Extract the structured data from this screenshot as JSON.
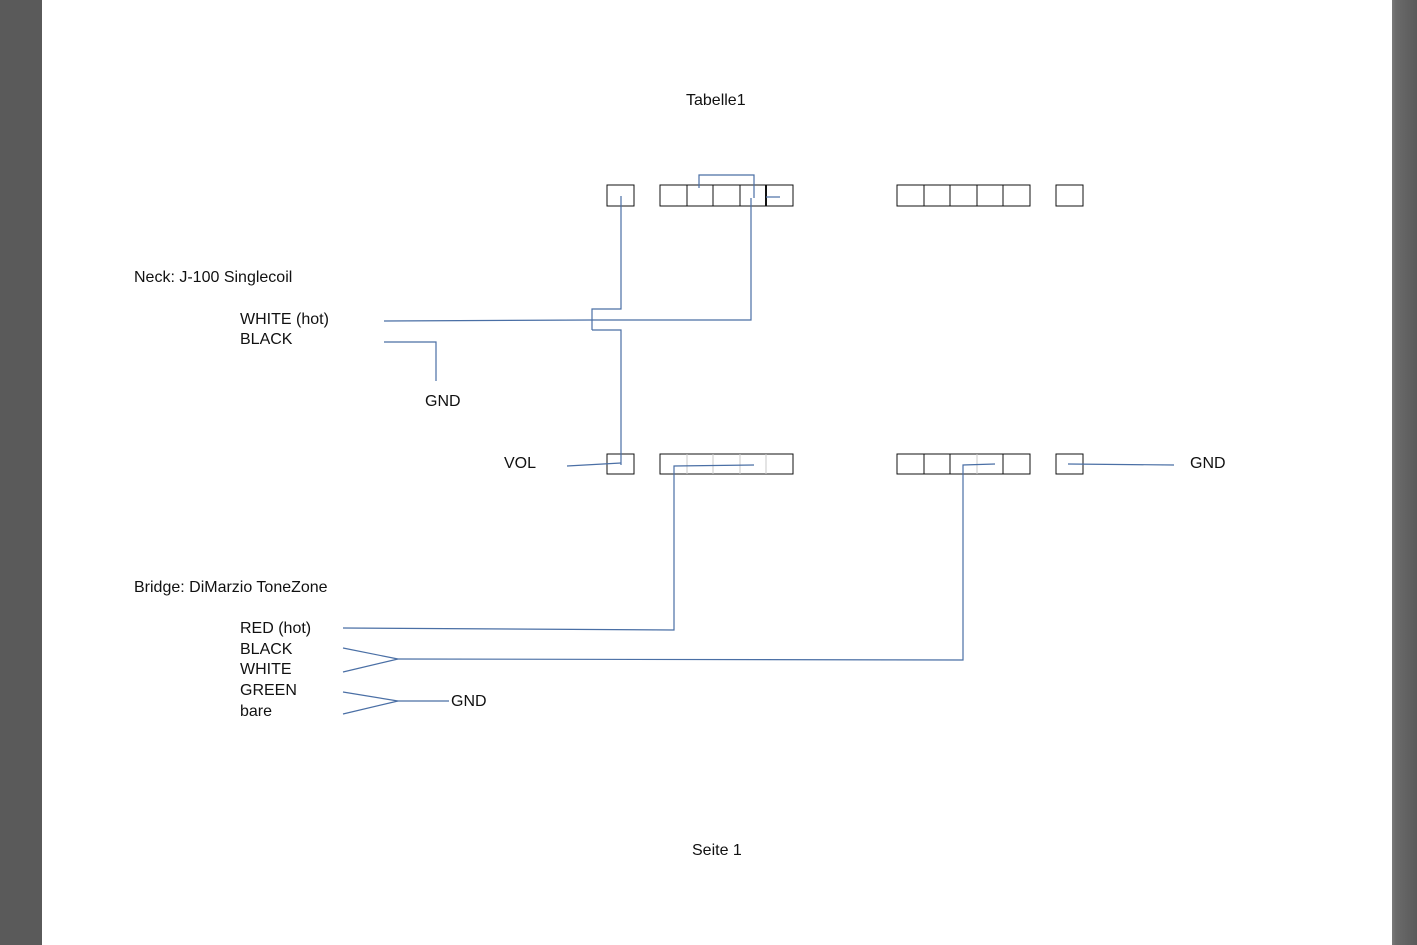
{
  "page": {
    "title": "Tabelle1",
    "footer": "Seite 1"
  },
  "neck": {
    "heading": "Neck: J-100 Singlecoil",
    "wires": [
      "WHITE (hot)",
      "BLACK"
    ],
    "gnd_label": "GND"
  },
  "vol_label": "VOL",
  "right_gnd_label": "GND",
  "bridge": {
    "heading": "Bridge: DiMarzio ToneZone",
    "wires": [
      "RED (hot)",
      "BLACK",
      "WHITE",
      "GREEN",
      "bare"
    ],
    "gnd_label": "GND"
  },
  "colors": {
    "wire": "#4a6fa5",
    "outline": "#111111",
    "background": "#5a5a5a",
    "paper": "#ffffff"
  }
}
